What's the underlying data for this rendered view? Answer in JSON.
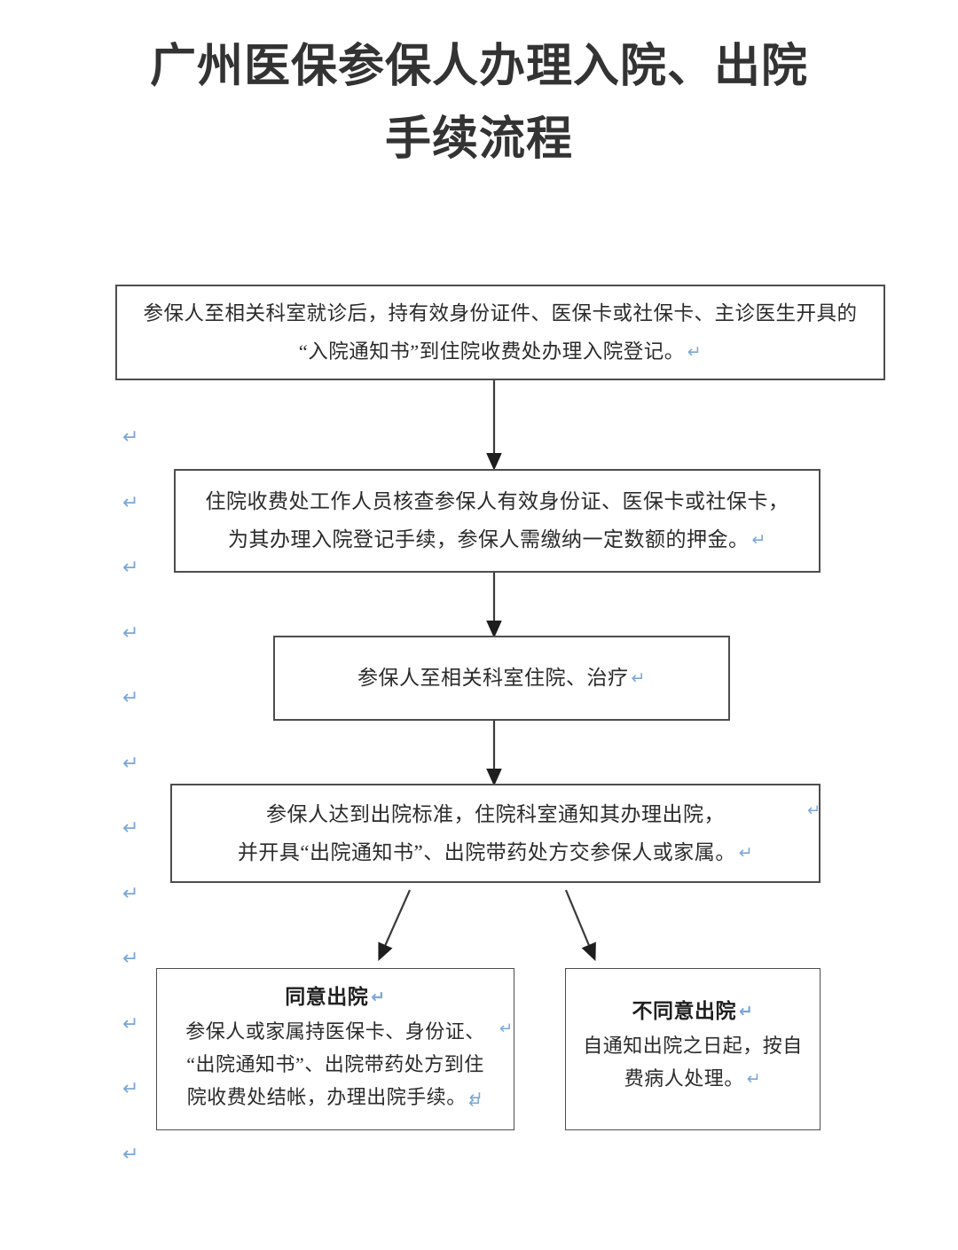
{
  "title": {
    "line1": "广州医保参保人办理入院、出院",
    "line2": "手续流程"
  },
  "marks": {
    "pilcrow": "↵"
  },
  "colors": {
    "box_border": "#4d4d4d",
    "text": "#2b2b2b",
    "title_text": "#333333",
    "pilcrow_blue": "#7ba7d7",
    "connector": "#3a3a3a",
    "background": "#ffffff"
  },
  "flowchart": {
    "type": "flowchart",
    "orientation": "top-to-bottom",
    "nodes": [
      {
        "id": "step1",
        "lines": [
          "参保人至相关科室就诊后，持有效身份证件、医保卡或社保卡、主诊医生开具的",
          "“入院通知书”到住院收费处办理入院登记。"
        ],
        "trailing_mark": "↵"
      },
      {
        "id": "step2",
        "lines": [
          "住院收费处工作人员核查参保人有效身份证、医保卡或社保卡，",
          "为其办理入院登记手续，参保人需缴纳一定数额的押金。"
        ],
        "trailing_mark": "↵"
      },
      {
        "id": "step3",
        "lines": [
          "参保人至相关科室住院、治疗"
        ],
        "trailing_mark": "↵"
      },
      {
        "id": "step4",
        "lines": [
          "参保人达到出院标准，住院科室通知其办理出院，",
          "并开具“出院通知书”、出院带药处方交参保人或家属。"
        ],
        "trailing_mark": "↵"
      },
      {
        "id": "branch_agree",
        "header": "同意出院",
        "lines": [
          "参保人或家属持医保卡、身份证、",
          "“出院通知书”、出院带药处方到住",
          "院收费处结帐，办理出院手续。"
        ],
        "trailing_mark": "↵"
      },
      {
        "id": "branch_disagree",
        "header": "不同意出院",
        "lines": [
          "自通知出院之日起，按自",
          "费病人处理。"
        ],
        "trailing_mark": "↵"
      }
    ],
    "edges": [
      {
        "from": "step1",
        "to": "step2",
        "style": "straight-arrow-down"
      },
      {
        "from": "step2",
        "to": "step3",
        "style": "straight-arrow-down"
      },
      {
        "from": "step3",
        "to": "step4",
        "style": "straight-arrow-down"
      },
      {
        "from": "step4",
        "to": "branch_agree",
        "style": "diagonal-arrow-down-left"
      },
      {
        "from": "step4",
        "to": "branch_disagree",
        "style": "diagonal-arrow-down-right"
      }
    ]
  },
  "margin_marks": {
    "count": 12,
    "symbol": "↵"
  }
}
